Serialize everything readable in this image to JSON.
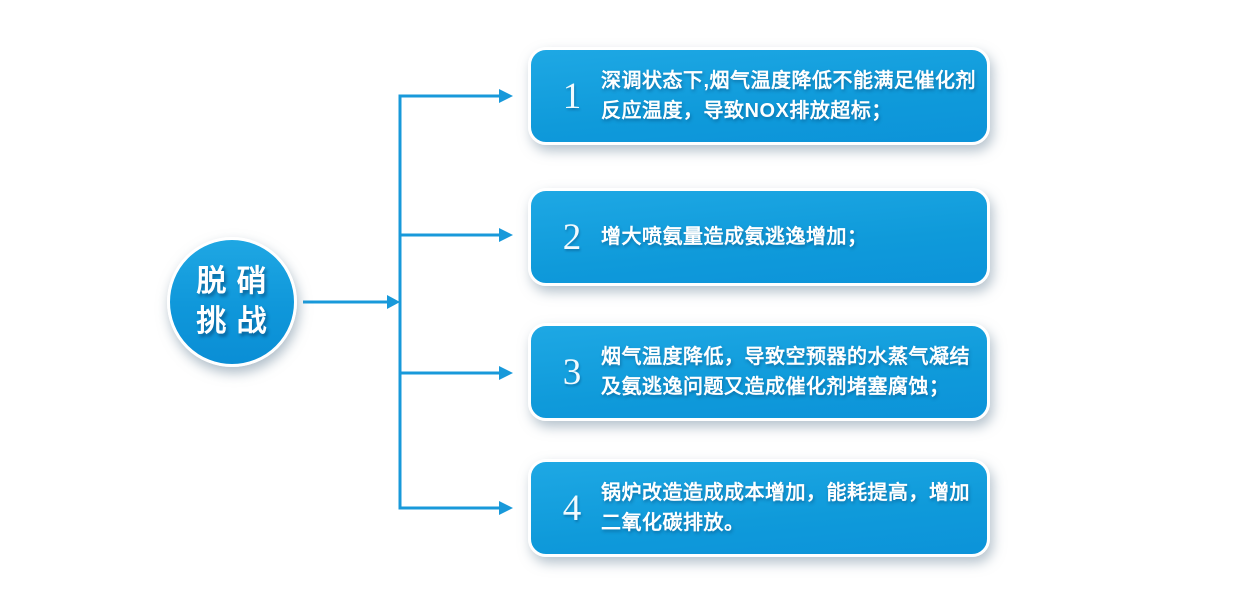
{
  "page": {
    "background": "#ffffff"
  },
  "root": {
    "label_lines": [
      "脱 硝",
      "挑 战"
    ]
  },
  "colors": {
    "connector": "#1899da",
    "node_gradient_top": "#1fa7e3",
    "node_gradient_bottom": "#0a8ed5",
    "box_gradient_top": "#1ea8e4",
    "box_gradient_bottom": "#0c93d9",
    "text": "#ffffff"
  },
  "challenges": [
    {
      "number": "1",
      "lines": [
        "深调状态下,烟气温度降低不能满足催化剂",
        "反应温度，导致NOX排放超标；"
      ]
    },
    {
      "number": "2",
      "lines": [
        "增大喷氨量造成氨逃逸增加；"
      ]
    },
    {
      "number": "3",
      "lines": [
        "烟气温度降低，导致空预器的水蒸气凝结",
        "及氨逃逸问题又造成催化剂堵塞腐蚀；"
      ]
    },
    {
      "number": "4",
      "lines": [
        "锅炉改造造成成本增加，能耗提高，增加",
        "二氧化碳排放。"
      ]
    }
  ]
}
